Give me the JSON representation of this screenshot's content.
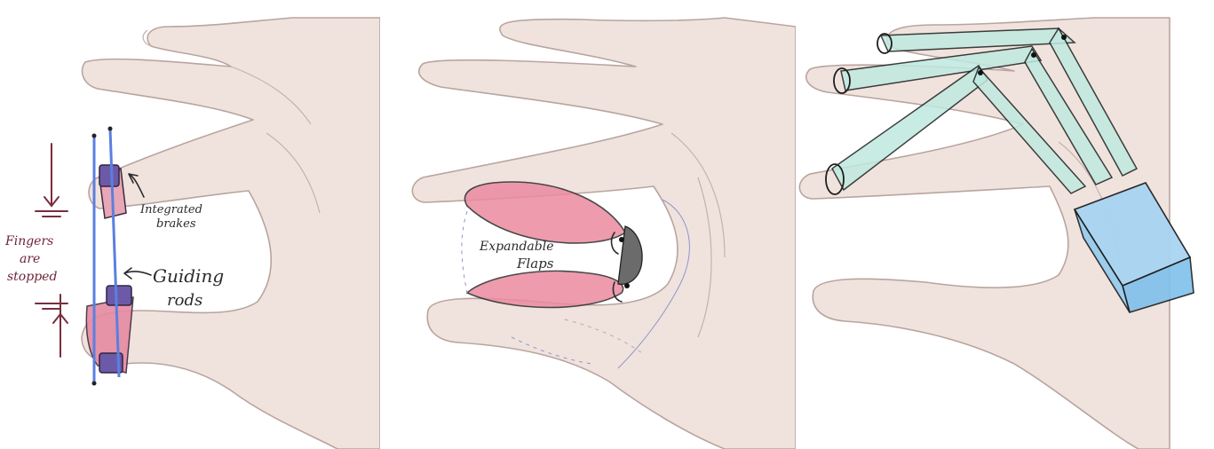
{
  "panels": [
    {
      "id": "guiding-rods",
      "labels": {
        "brakes_line1": "Integrated",
        "brakes_line2": "brakes",
        "rods_line1": "Guiding",
        "rods_line2": "rods",
        "stopped_line1": "Fingers",
        "stopped_line2": "are",
        "stopped_line3": "stopped"
      }
    },
    {
      "id": "expandable-flaps",
      "labels": {
        "flaps_line1": "Expandable",
        "flaps_line2": "Flaps"
      }
    },
    {
      "id": "exoskeleton"
    }
  ],
  "colors": {
    "skin": "#f0e3de",
    "rod_blue": "#5b7fe0",
    "brake_purple": "#6c5aa8",
    "flap_pink": "#ec8aa0",
    "exo_teal": "#bfe9e0",
    "box_blue": "#a8d4f2",
    "annotation_maroon": "#7a2c3e"
  }
}
